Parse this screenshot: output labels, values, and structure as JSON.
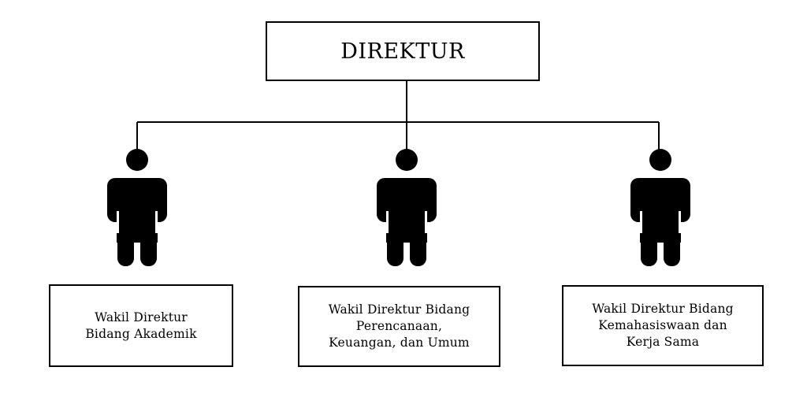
{
  "director": {
    "title": "DIREKTUR"
  },
  "deputies": [
    {
      "label": "Wakil Direktur\nBidang Akademik",
      "icon": "person-icon"
    },
    {
      "label": "Wakil Direktur Bidang\nPerencanaan,\nKeuangan, dan Umum",
      "icon": "person-icon"
    },
    {
      "label": "Wakil Direktur Bidang\nKemahasiswaan dan\nKerja Sama",
      "icon": "person-icon"
    }
  ],
  "colors": {
    "line": "#000000",
    "fill": "#000000",
    "background": "#ffffff"
  }
}
